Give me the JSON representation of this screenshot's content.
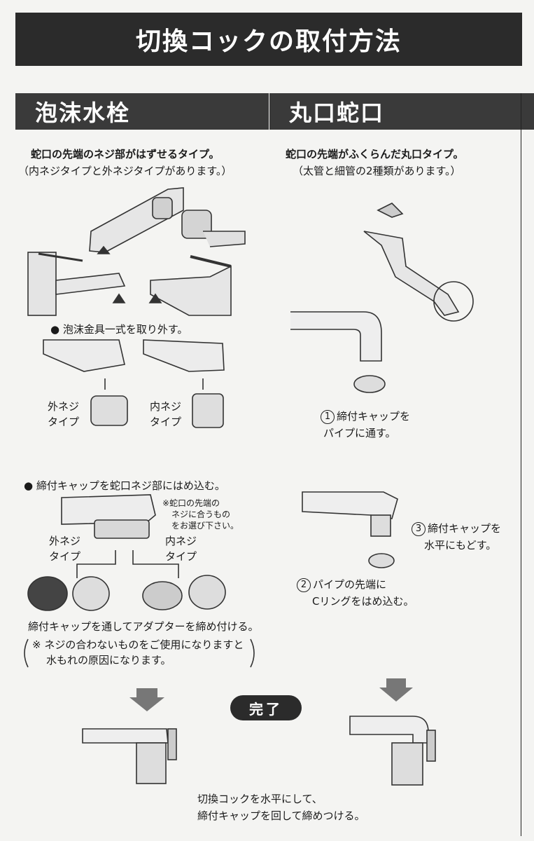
{
  "title": "切換コックの取付方法",
  "left": {
    "heading": "泡沫水栓",
    "lead_bold": "蛇口の先端のネジ部がはずせるタイプ。",
    "lead_sub": "（内ネジタイプと外ネジタイプがあります。）",
    "step1": "● 泡沫金具一式を取り外す。",
    "outer_thread_label": [
      "外ネジ",
      "タイプ"
    ],
    "inner_thread_label": [
      "内ネジ",
      "タイプ"
    ],
    "step2": "● 締付キャップを蛇口ネジ部にはめ込む。",
    "note_select": [
      "※蛇口の先端の",
      "ネジに合うもの",
      "をお選び下さい。"
    ],
    "outer_thread_label2": [
      "外ネジ",
      "タイプ"
    ],
    "inner_thread_label2": [
      "内ネジ",
      "タイプ"
    ],
    "adapter_text": "締付キャップを通してアダプターを締め付ける。",
    "warning": [
      "※ ネジの合わないものをご使用になりますと",
      "水もれの原因になります。"
    ]
  },
  "right": {
    "heading": "丸口蛇口",
    "lead_bold": "蛇口の先端がふくらんだ丸口タイプ。",
    "lead_sub": "（太管と細管の2種類があります。）",
    "step1_num": "1",
    "step1": [
      "締付キャップを",
      "パイプに通す。"
    ],
    "step2_num": "2",
    "step2": [
      "パイプの先端に",
      "Cリングをはめ込む。"
    ],
    "step3_num": "3",
    "step3": [
      "締付キャップを",
      "水平にもどす。"
    ]
  },
  "complete_label": "完了",
  "final_text": [
    "切換コックを水平にして、",
    "締付キャップを回して締めつける。"
  ]
}
